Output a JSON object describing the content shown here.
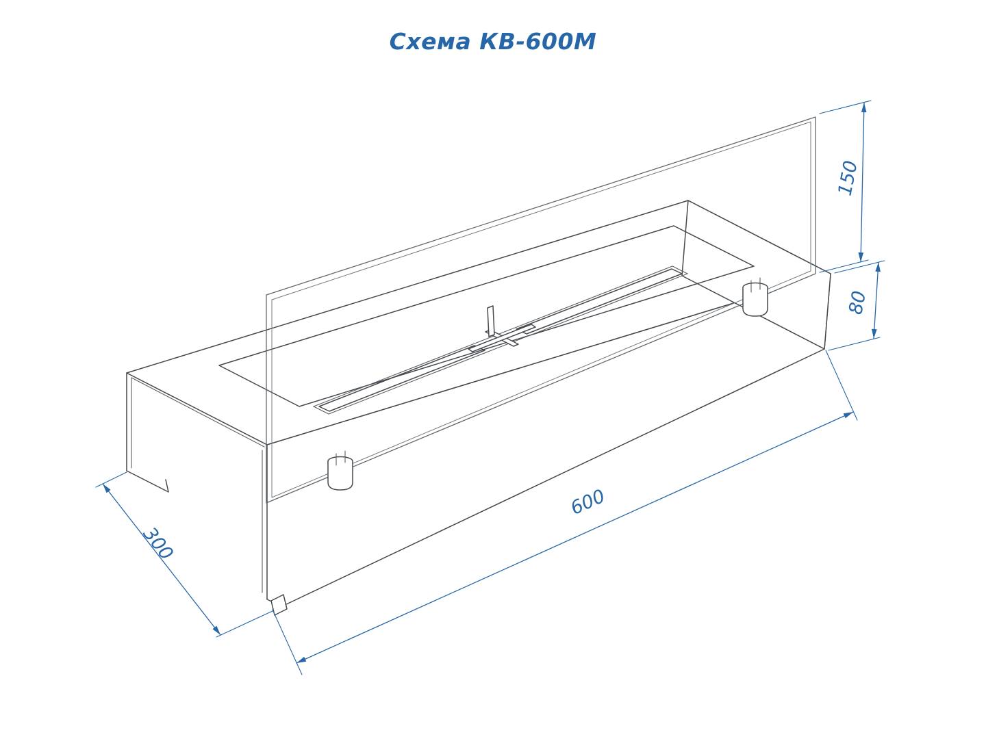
{
  "title": "Схема КВ-600М",
  "colors": {
    "accent_blue": "#2767A8",
    "drawing_line": "#45494D"
  },
  "dimensions": {
    "glass_height": "150",
    "body_height": "80",
    "length": "600",
    "depth": "300"
  }
}
